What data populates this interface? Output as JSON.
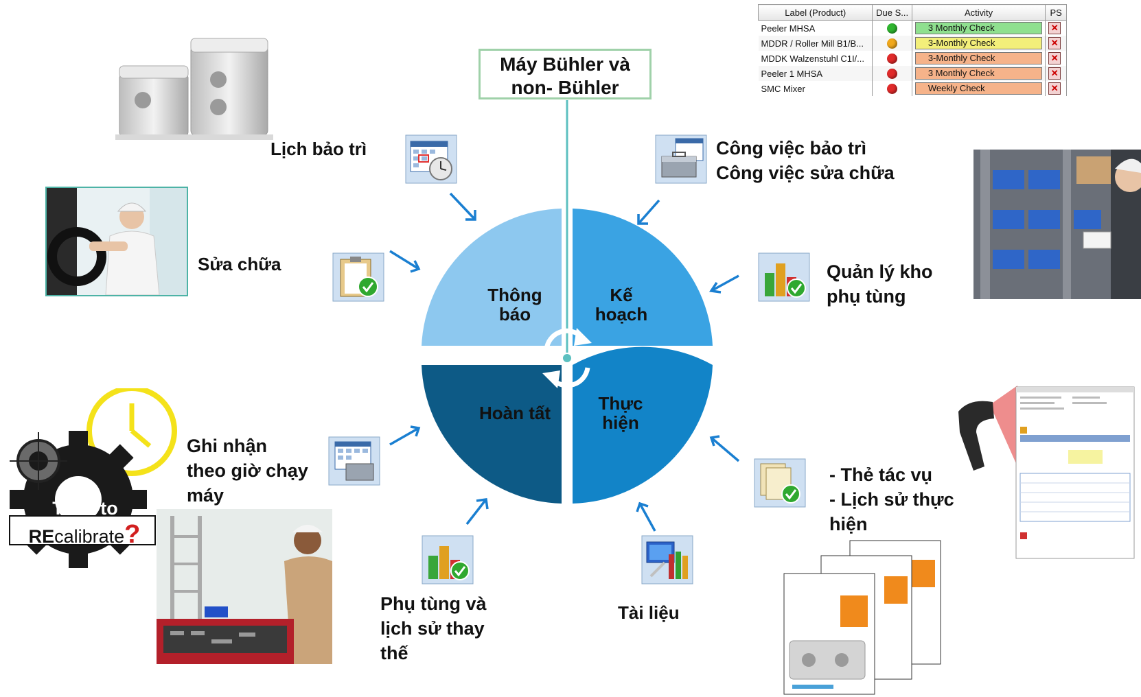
{
  "title": {
    "line1": "Máy Bühler và",
    "line2": "non- Bühler"
  },
  "quadrants": {
    "top_left": {
      "line1": "Thông",
      "line2": "báo",
      "color": "#8dc8ef"
    },
    "top_right": {
      "line1": "Kế",
      "line2": "hoạch",
      "color": "#3aa3e3"
    },
    "bottom_left": {
      "line1": "Hoàn tất",
      "color": "#0d5a86"
    },
    "bottom_right": {
      "line1": "Thực",
      "line2": "hiện",
      "color": "#1284c8"
    }
  },
  "labels": {
    "maintenance_schedule": "Lịch bảo trì",
    "work_items": [
      "Công việc bảo trì",
      "Công việc sửa chữa"
    ],
    "work_item_bullet": "-",
    "repair": "Sửa chữa",
    "spare_parts_mgmt": [
      "Quản lý kho",
      "phụ tùng"
    ],
    "runtime_record": [
      "Ghi nhận",
      "theo giờ chạy",
      "máy"
    ],
    "task_cards": [
      "- Thẻ tác vụ",
      "- Lịch sử thực",
      "hiện"
    ],
    "spare_parts_history": [
      "Phụ tùng và",
      "lịch sử thay",
      "thế"
    ],
    "documents": "Tài liệu"
  },
  "recalibrate": {
    "line1": "Time to",
    "line2_bold": "RE",
    "line2_rest": "calibrate",
    "mark": "?"
  },
  "status_table": {
    "headers": [
      "Label (Product)",
      "Due S...",
      "Activity",
      "PS"
    ],
    "rows": [
      {
        "label": "Peeler MHSA",
        "status": "#2fb52f",
        "activity": "3 Monthly Check",
        "activity_color": "#8fe08f"
      },
      {
        "label": "MDDR / Roller Mill  B1/B...",
        "status": "#f0a81c",
        "activity": "3-Monthly Check",
        "activity_color": "#f3ef7a"
      },
      {
        "label": "MDDK Walzenstuhl C1I/...",
        "status": "#e02a2a",
        "activity": "3-Monthly Check",
        "activity_color": "#f6b38a"
      },
      {
        "label": "Peeler 1 MHSA",
        "status": "#e02a2a",
        "activity": "3 Monthly Check",
        "activity_color": "#f6b38a"
      },
      {
        "label": "SMC Mixer",
        "status": "#e02a2a",
        "activity": "Weekly Check",
        "activity_color": "#f6b38a"
      }
    ]
  },
  "colors": {
    "accent_green": "#9fd1a9",
    "arrow_blue": "#1a7fd1",
    "stem_teal": "#5cc0c0"
  }
}
